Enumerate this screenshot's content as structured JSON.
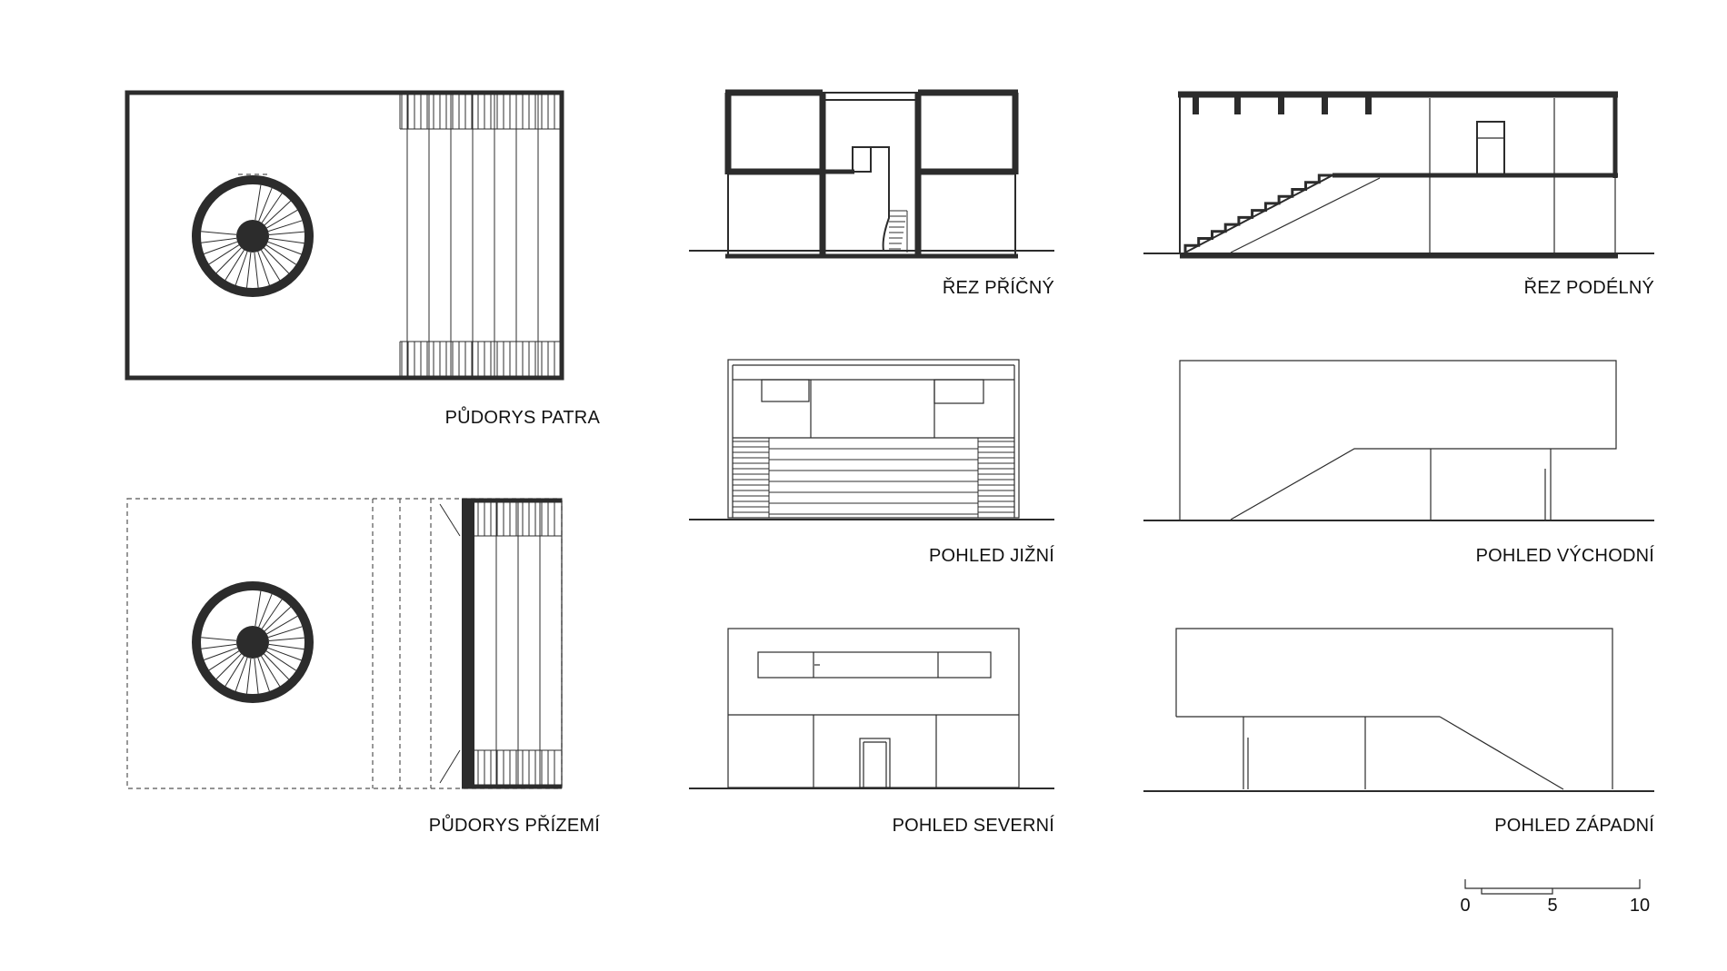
{
  "captions": {
    "floor_plan_upper": "PŮDORYS PATRA",
    "floor_plan_ground": "PŮDORYS PŘÍZEMÍ",
    "section_cross": "ŘEZ PŘÍČNÝ",
    "section_long": "ŘEZ PODÉLNÝ",
    "view_south": "POHLED JIŽNÍ",
    "view_east": "POHLED VÝCHODNÍ",
    "view_north": "POHLED SEVERNÍ",
    "view_west": "POHLED ZÁPADNÍ"
  },
  "scale_bar": {
    "labels": [
      "0",
      "5",
      "10"
    ]
  },
  "colors": {
    "ink": "#2c2c2c",
    "background": "#ffffff"
  }
}
